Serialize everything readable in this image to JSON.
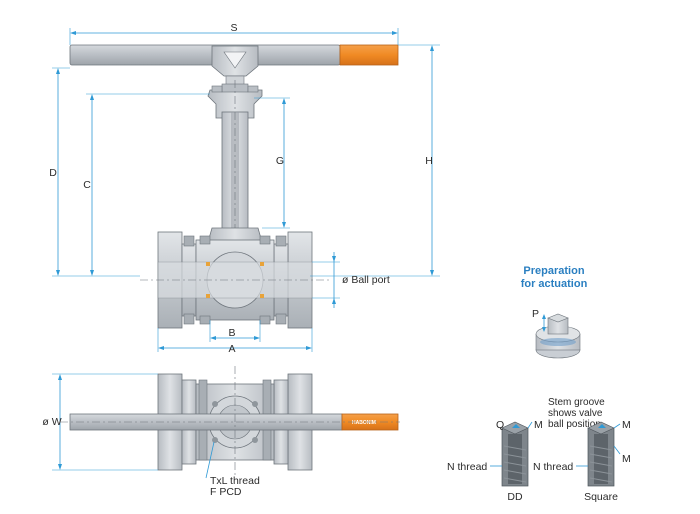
{
  "colors": {
    "dimension": "#2f9ad6",
    "steel": "#c9ced4",
    "handle_grip": "#f08a24",
    "heading": "#2a7fc1"
  },
  "dimensions": {
    "s": "S",
    "d": "D",
    "c": "C",
    "g": "G",
    "h": "H",
    "b": "B",
    "a": "A",
    "ball_port": "ø Ball port",
    "w": "ø W"
  },
  "bottom_view": {
    "thread_label_1": "TxL thread",
    "thread_label_2": "F PCD",
    "brand": "HABONIM"
  },
  "preparation": {
    "title_1": "Preparation",
    "title_2": "for actuation",
    "p": "P"
  },
  "stem_details": {
    "groove_1": "Stem groove",
    "groove_2": "shows valve",
    "groove_3": "ball position",
    "q": "Q",
    "m_dd": "M",
    "n_thread_dd": "N thread",
    "dd_caption": "DD",
    "m_sq_1": "M",
    "m_sq_2": "M",
    "n_thread_sq": "N thread",
    "square_caption": "Square"
  }
}
